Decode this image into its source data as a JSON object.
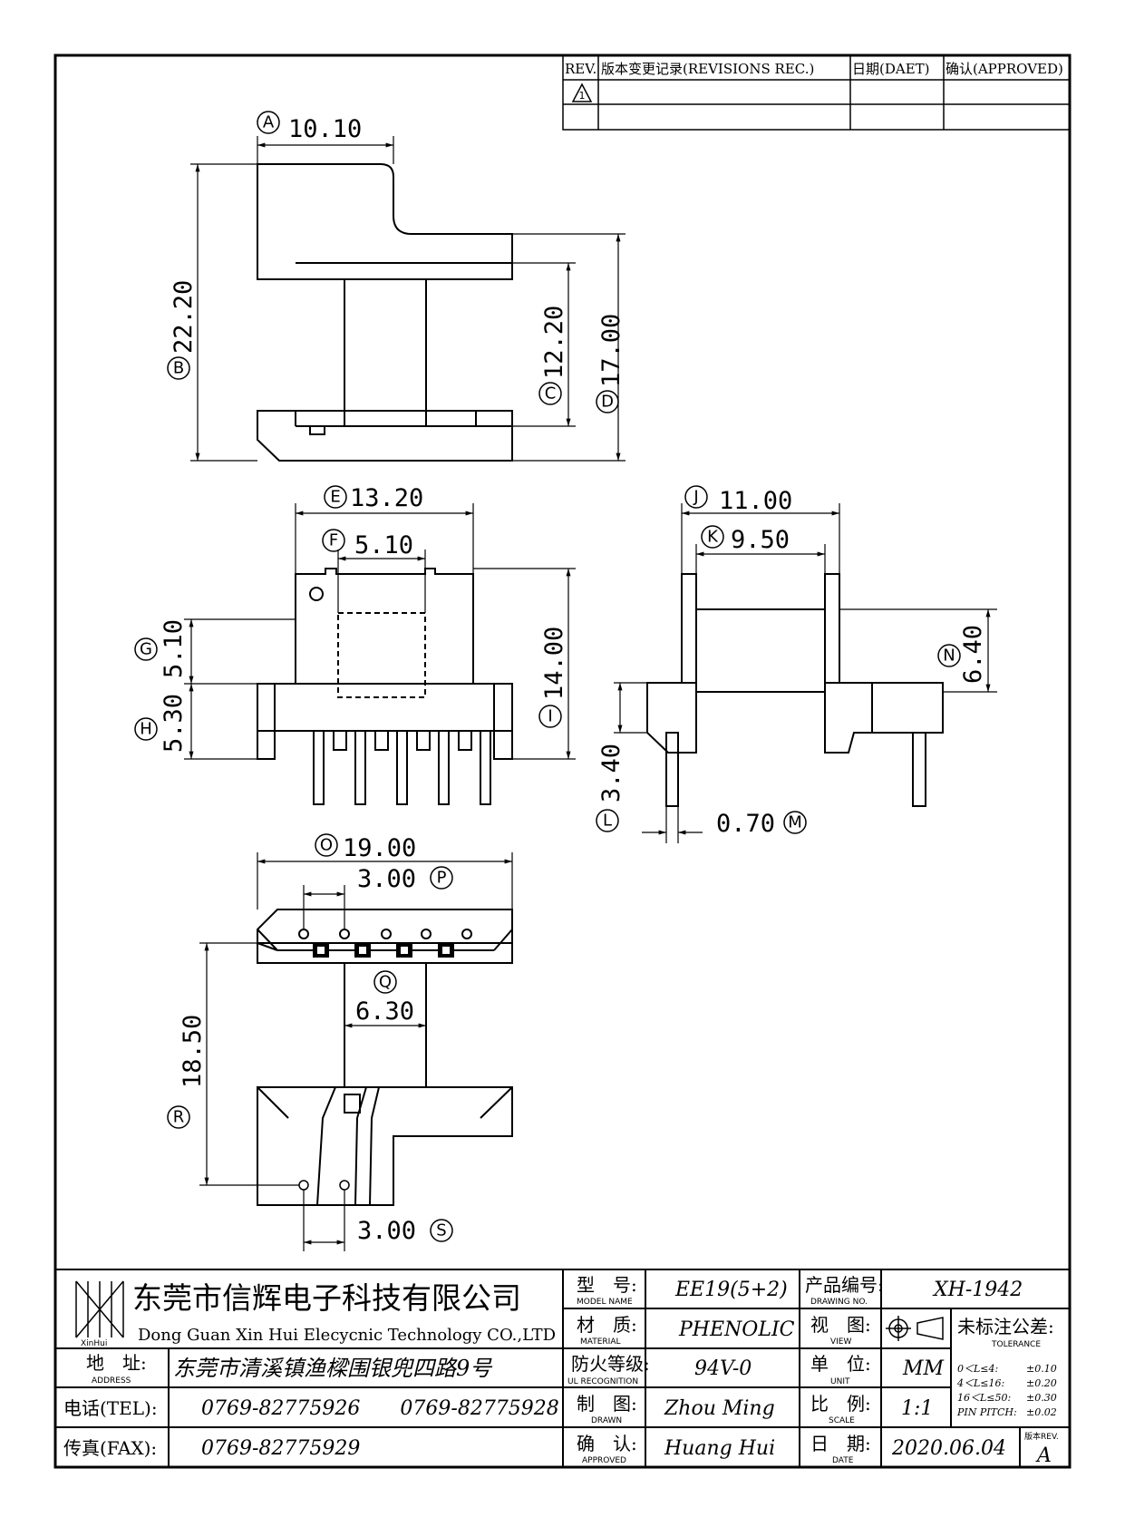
{
  "revision_table": {
    "headers": [
      "REV.",
      "版本变更记录(REVISIONS REC.)",
      "日期(DAET)",
      "确认(APPROVED)"
    ],
    "rev_symbol": "1"
  },
  "dimensions": {
    "A": {
      "letter": "A",
      "value": "10.10"
    },
    "B": {
      "letter": "B",
      "value": "22.20"
    },
    "C": {
      "letter": "C",
      "value": "12.20"
    },
    "D": {
      "letter": "D",
      "value": "17.00"
    },
    "E": {
      "letter": "E",
      "value": "13.20"
    },
    "F": {
      "letter": "F",
      "value": "5.10"
    },
    "G": {
      "letter": "G",
      "value": "5.10"
    },
    "H": {
      "letter": "H",
      "value": "5.30"
    },
    "I": {
      "letter": "I",
      "value": "14.00"
    },
    "J": {
      "letter": "J",
      "value": "11.00"
    },
    "K": {
      "letter": "K",
      "value": "9.50"
    },
    "L": {
      "letter": "L",
      "value": "3.40"
    },
    "M": {
      "letter": "M",
      "value": "0.70"
    },
    "N": {
      "letter": "N",
      "value": "6.40"
    },
    "O": {
      "letter": "O",
      "value": "19.00"
    },
    "P": {
      "letter": "P",
      "value": "3.00"
    },
    "Q": {
      "letter": "Q",
      "value": "6.30"
    },
    "R": {
      "letter": "R",
      "value": "18.50"
    },
    "S": {
      "letter": "S",
      "value": "3.00"
    }
  },
  "title_block": {
    "company_cn": "东莞市信辉电子科技有限公司",
    "company_en": "Dong Guan Xin Hui Elecycnic Technology CO.,LTD",
    "logo_text": "XinHui",
    "address_label": "地　址:",
    "address_label_en": "ADDRESS",
    "address": "东莞市清溪镇渔樑围银兜四路9号",
    "tel_label": "电话(TEL):",
    "tel": "0769-82775926　　0769-82775928",
    "fax_label": "传真(FAX):",
    "fax": "0769-82775929",
    "model_label": "型　号:",
    "model_label_en": "MODEL NAME",
    "model": "EE19(5+2)",
    "material_label": "材　质:",
    "material_label_en": "MATERIAL",
    "material": "PHENOLIC",
    "fire_label": "防火等级:",
    "fire_label_en": "UL RECOGNITION",
    "fire": "94V-0",
    "drawn_label": "制　图:",
    "drawn_label_en": "DRAWN",
    "drawn": "Zhou Ming",
    "approved_label": "确　认:",
    "approved_label_en": "APPROVED",
    "approved": "Huang Hui",
    "drawing_no_label": "产品编号:",
    "drawing_no_label_en": "DRAWING NO.",
    "drawing_no": "XH-1942",
    "view_label": "视　图:",
    "view_label_en": "VIEW",
    "unit_label": "单　位:",
    "unit_label_en": "UNIT",
    "unit": "MM",
    "scale_label": "比　例:",
    "scale_label_en": "SCALE",
    "scale": "1:1",
    "date_label": "日　期:",
    "date_label_en": "DATE",
    "date": "2020.06.04",
    "tolerance_label": "未标注公差:",
    "tolerance_label_en": "TOLERANCE",
    "tolerances": [
      {
        "range": "0＜L≤4:",
        "value": "±0.10"
      },
      {
        "range": "4＜L≤16:",
        "value": "±0.20"
      },
      {
        "range": "16＜L≤50:",
        "value": "±0.30"
      },
      {
        "range": "PIN PITCH:",
        "value": "±0.02"
      }
    ],
    "rev_label": "版本REV.",
    "rev": "A"
  }
}
